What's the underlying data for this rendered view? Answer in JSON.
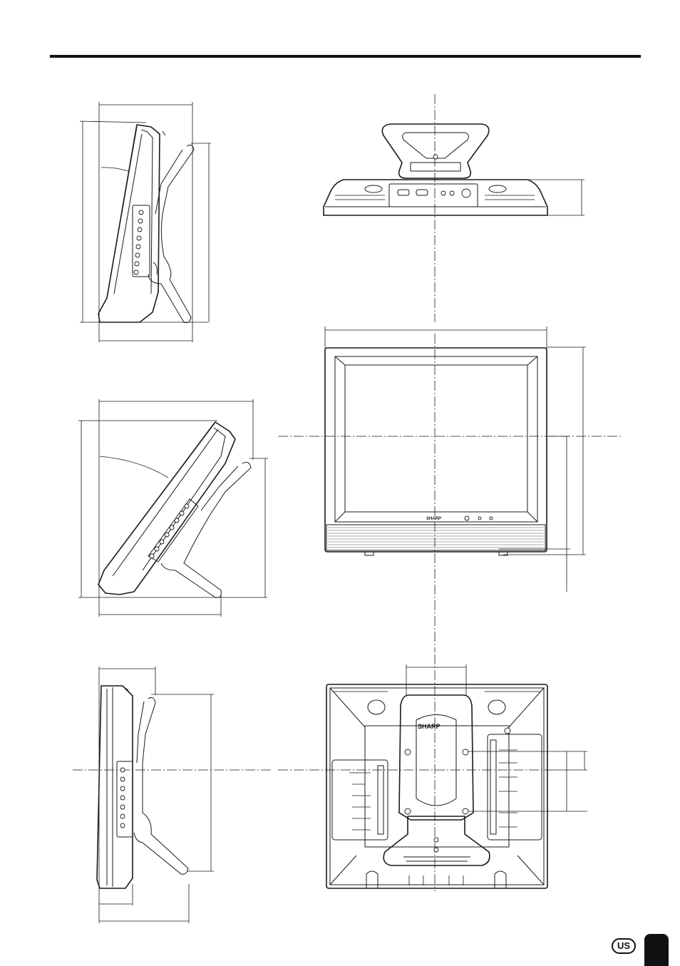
{
  "brand": {
    "front_logo": "SHARP",
    "rear_logo": "SHARP"
  },
  "region_badge": "US",
  "colors": {
    "line": "#1a1a1a",
    "background": "#ffffff",
    "tab": "#111111"
  }
}
